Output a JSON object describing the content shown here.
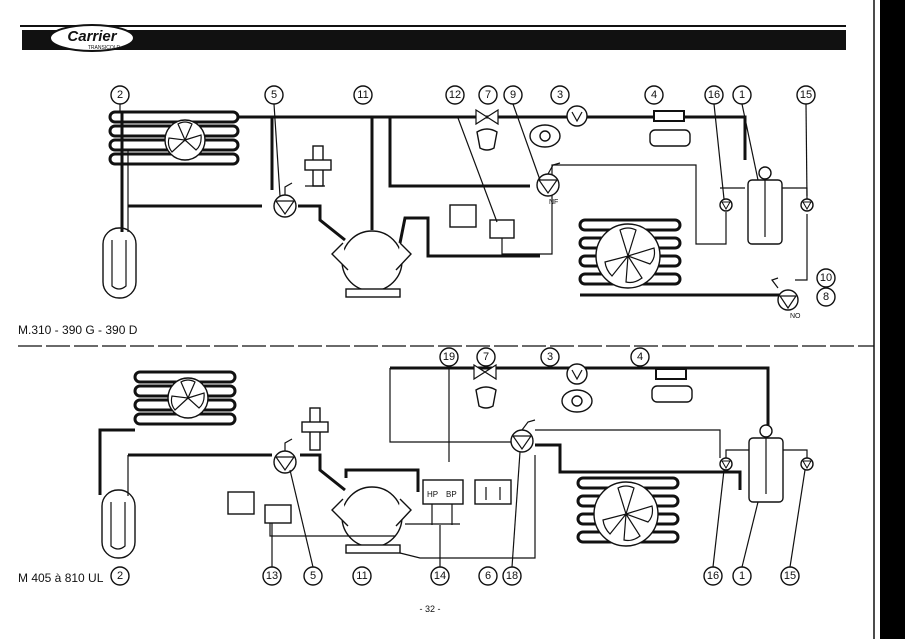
{
  "header": {
    "brand": "Carrier",
    "sub_brand": "TRANSICOLD"
  },
  "diagrams": [
    {
      "model": "M.310 - 390 G - 390 D",
      "callouts": [
        "2",
        "5",
        "11",
        "12",
        "7",
        "9",
        "3",
        "4",
        "16",
        "1",
        "15",
        "10",
        "8"
      ],
      "valve_labels": [
        "NF",
        "NO"
      ]
    },
    {
      "model": "M 405 à 810 UL",
      "callouts_top": [
        "19",
        "7",
        "3",
        "4"
      ],
      "callouts_bottom": [
        "2",
        "13",
        "5",
        "11",
        "14",
        "6",
        "18",
        "16",
        "1",
        "15"
      ],
      "switch_labels": [
        "HP",
        "BP"
      ]
    }
  ],
  "footer": {
    "page_number": "- 32 -"
  },
  "colors": {
    "ink": "#111111",
    "paper": "#ffffff",
    "edge": "#000000"
  }
}
